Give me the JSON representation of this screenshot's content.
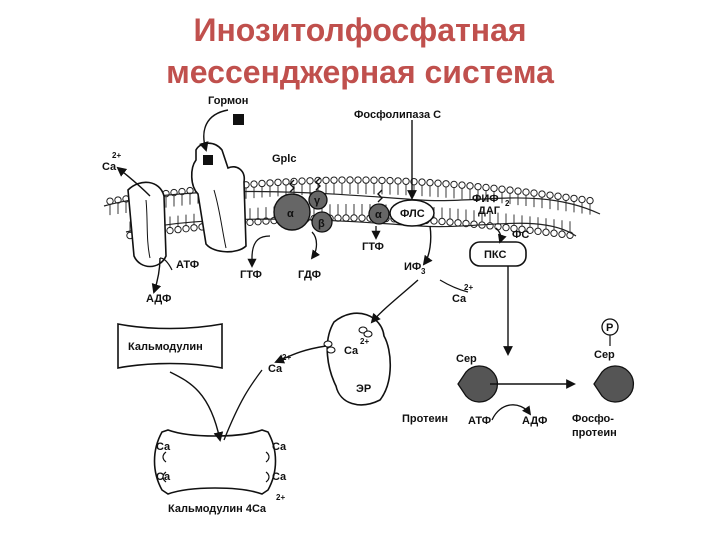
{
  "title": {
    "line1": "Инозитолфосфатная",
    "line2": "мессенджерная система"
  },
  "colors": {
    "title": "#c0504d",
    "ink": "#111111",
    "protein_fill": "#555555",
    "membrane": "#222222"
  },
  "labels": {
    "hormone": "Гормон",
    "phospholipase_c": "Фосфолипаза С",
    "gplc": "Gplc",
    "alpha": "α",
    "gamma": "γ",
    "beta": "β",
    "alpha_small": "α",
    "fls": "ФЛС",
    "fif2": "ФИФ",
    "fif2_sub": "2",
    "dag": "ДАГ",
    "fs": "ФС",
    "pks": "ПКС",
    "ca_top": "Ca",
    "ca_sup": "2+",
    "atf_pump": "АТФ",
    "adf_pump": "АДФ",
    "gtf1": "ГТФ",
    "gdf": "ГДФ",
    "gtf2": "ГТФ",
    "if3": "ИФ",
    "if3_sub": "3",
    "ca_if3": "Ca",
    "calmodulin": "Кальмодулин",
    "ca_er_in": "Ca",
    "ca_er_out": "Ca",
    "er": "ЭР",
    "ser_left": "Сер",
    "ser_right": "Сер",
    "phospho_p": "P",
    "protein": "Протеин",
    "atf_kinase": "АТФ",
    "adf_kinase": "АДФ",
    "phosphoprotein_1": "Фосфо-",
    "phosphoprotein_2": "протеин",
    "ca_site": "Ca",
    "calmodulin_4ca": "Кальмодулин 4Ca"
  }
}
